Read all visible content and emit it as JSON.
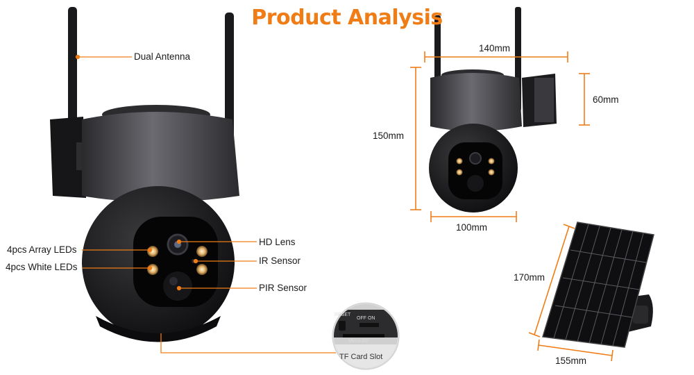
{
  "title": "Product Analysis",
  "callouts": {
    "dual_antenna": "Dual Antenna",
    "hd_lens": "HD Lens",
    "ir_sensor": "IR Sensor",
    "pir_sensor": "PIR Sensor",
    "array_leds": "4pcs Array LEDs",
    "white_leds": "4pcs White LEDs",
    "tf_card_slot": "TF Card Slot"
  },
  "slot_closeup": {
    "reset": "RESET",
    "ops_on": "OFF  ON",
    "micro_sd": "Micro SD"
  },
  "dimensions": {
    "camera_width": "140mm",
    "camera_height": "150mm",
    "camera_depth": "60mm",
    "camera_base": "100mm",
    "panel_height": "170mm",
    "panel_width": "155mm"
  },
  "colors": {
    "accent": "#f07c16",
    "camera_body": "#1c1c1e",
    "camera_ring": "#4a4a4f",
    "led": "#e8c28a"
  }
}
